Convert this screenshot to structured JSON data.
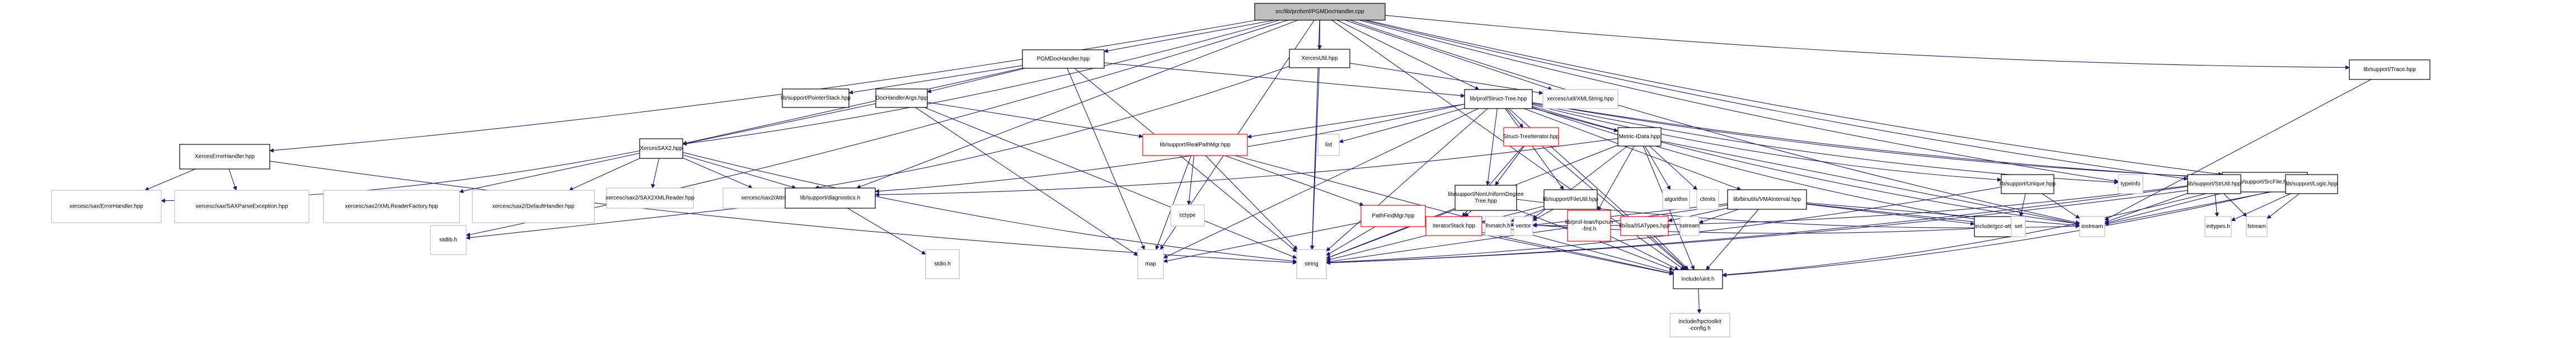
{
  "title": "src/lib/profxml/PGMDocHandler.cpp include dependency graph",
  "colors": {
    "edge": "#191970",
    "root_fill": "#bfbfbf",
    "root_stroke": "#000000",
    "documented_stroke": "#000000",
    "truncated_stroke": "#ff0000",
    "external_stroke": "#bfbfbf",
    "node_fill": "#ffffff"
  },
  "nodes": [
    {
      "id": "root",
      "label": "src/lib/profxml/PGMDocHandler.cpp",
      "kind": "root"
    },
    {
      "id": "pgmdochandler_hpp",
      "label": "PGMDocHandler.hpp",
      "kind": "documented"
    },
    {
      "id": "xercesutil",
      "label": "XercesUtil.hpp",
      "kind": "documented"
    },
    {
      "id": "trace",
      "label": "lib/support/Trace.hpp",
      "kind": "documented"
    },
    {
      "id": "pointerstack",
      "label": "lib/support/PointerStack.hpp",
      "kind": "documented"
    },
    {
      "id": "dochandlerargs",
      "label": "DocHandlerArgs.hpp",
      "kind": "documented"
    },
    {
      "id": "structtree",
      "label": "lib/prof/Struct-Tree.hpp",
      "kind": "documented"
    },
    {
      "id": "xmlstring",
      "label": "xercesc/util/XMLString.hpp",
      "kind": "external"
    },
    {
      "id": "xercesErrorHandler",
      "label": "XercesErrorHandler.hpp",
      "kind": "documented"
    },
    {
      "id": "xercessax2",
      "label": "XercesSAX2.hpp",
      "kind": "documented"
    },
    {
      "id": "realpathmgr",
      "label": "lib/support/RealPathMgr.hpp",
      "kind": "truncated"
    },
    {
      "id": "list",
      "label": "list",
      "kind": "external"
    },
    {
      "id": "structtreeiter",
      "label": "Struct-TreeIterator.hpp",
      "kind": "truncated"
    },
    {
      "id": "metricidata",
      "label": "Metric-IData.hpp",
      "kind": "documented"
    },
    {
      "id": "srcfile",
      "label": "lib/support/SrcFile.hpp",
      "kind": "documented"
    },
    {
      "id": "errorhandler",
      "label": "xercesc/sax/ErrorHandler.hpp",
      "kind": "external"
    },
    {
      "id": "saxparseexc",
      "label": "xercesc/sax/SAXParseException.hpp",
      "kind": "external"
    },
    {
      "id": "xmlreaderfactory",
      "label": "xercesc/sax2/XMLReaderFactory.hpp",
      "kind": "external"
    },
    {
      "id": "defaulthandler",
      "label": "xercesc/sax2/DefaultHandler.hpp",
      "kind": "external"
    },
    {
      "id": "sax2xmlreader",
      "label": "xercesc/sax2/SAX2XMLReader.hpp",
      "kind": "external"
    },
    {
      "id": "attributes",
      "label": "xercesc/sax2/Attributes.hpp",
      "kind": "external"
    },
    {
      "id": "diagnostics",
      "label": "lib/support/diagnostics.h",
      "kind": "documented"
    },
    {
      "id": "cctype",
      "label": "cctype",
      "kind": "external"
    },
    {
      "id": "nonuniform",
      "label": [
        "lib/support/NonUniformDegree",
        "Tree.hpp"
      ],
      "kind": "documented"
    },
    {
      "id": "fileutil",
      "label": "lib/support/FileUtil.hpp",
      "kind": "documented"
    },
    {
      "id": "algorithm",
      "label": "algorithm",
      "kind": "external"
    },
    {
      "id": "climits",
      "label": "climits",
      "kind": "external"
    },
    {
      "id": "vmainterval",
      "label": "lib/binutils/VMAInterval.hpp",
      "kind": "documented"
    },
    {
      "id": "unique",
      "label": "lib/support/Unique.hpp",
      "kind": "documented"
    },
    {
      "id": "typeinfo",
      "label": "typeinfo",
      "kind": "external"
    },
    {
      "id": "strutil",
      "label": "lib/support/StrUtil.hpp",
      "kind": "documented"
    },
    {
      "id": "logic",
      "label": "lib/support/Logic.hpp",
      "kind": "documented"
    },
    {
      "id": "stdlib",
      "label": "stdlib.h",
      "kind": "external"
    },
    {
      "id": "stdio",
      "label": "stdio.h",
      "kind": "external"
    },
    {
      "id": "map",
      "label": "map",
      "kind": "external"
    },
    {
      "id": "string",
      "label": "string",
      "kind": "external"
    },
    {
      "id": "pathfindmgr",
      "label": "PathFindMgr.hpp",
      "kind": "truncated"
    },
    {
      "id": "iteratorstack",
      "label": "IteratorStack.hpp",
      "kind": "truncated"
    },
    {
      "id": "fnmatch",
      "label": "fnmatch.h",
      "kind": "external"
    },
    {
      "id": "vector",
      "label": "vector",
      "kind": "external"
    },
    {
      "id": "hpcrunfmt",
      "label": [
        "lib/prof-lean/hpcrun",
        "-fmt.h"
      ],
      "kind": "truncated"
    },
    {
      "id": "isatypes",
      "label": "lib/isa/ISATypes.hpp",
      "kind": "truncated"
    },
    {
      "id": "sstream",
      "label": "sstream",
      "kind": "external"
    },
    {
      "id": "gccattr",
      "label": "include/gcc-attr.h",
      "kind": "documented"
    },
    {
      "id": "set",
      "label": "set",
      "kind": "external"
    },
    {
      "id": "iostream",
      "label": "iostream",
      "kind": "external"
    },
    {
      "id": "inttypes",
      "label": "inttypes.h",
      "kind": "external"
    },
    {
      "id": "fstream",
      "label": "fstream",
      "kind": "external"
    },
    {
      "id": "uint",
      "label": "include/uint.h",
      "kind": "documented"
    },
    {
      "id": "hpctoolkitconfig",
      "label": [
        "include/hpctoolkit",
        "-config.h"
      ],
      "kind": "external"
    }
  ],
  "edges": [
    [
      "root",
      "pgmdochandler_hpp"
    ],
    [
      "root",
      "xercesutil"
    ],
    [
      "root",
      "trace"
    ],
    [
      "root",
      "structtree"
    ],
    [
      "root",
      "xmlstring"
    ],
    [
      "root",
      "xercesErrorHandler"
    ],
    [
      "root",
      "xercessax2"
    ],
    [
      "root",
      "diagnostics"
    ],
    [
      "root",
      "string"
    ],
    [
      "root",
      "srcfile"
    ],
    [
      "root",
      "strutil"
    ],
    [
      "root",
      "iostream"
    ],
    [
      "root",
      "typeinfo"
    ],
    [
      "root",
      "uint"
    ],
    [
      "root",
      "stdlib"
    ],
    [
      "root",
      "map"
    ],
    [
      "pgmdochandler_hpp",
      "pointerstack"
    ],
    [
      "pgmdochandler_hpp",
      "dochandlerargs"
    ],
    [
      "pgmdochandler_hpp",
      "structtree"
    ],
    [
      "pgmdochandler_hpp",
      "xercessax2"
    ],
    [
      "pgmdochandler_hpp",
      "map"
    ],
    [
      "pgmdochandler_hpp",
      "string"
    ],
    [
      "xercesutil",
      "xmlstring"
    ],
    [
      "xercesutil",
      "attributes"
    ],
    [
      "xercesutil",
      "string"
    ],
    [
      "dochandlerargs",
      "xercessax2"
    ],
    [
      "dochandlerargs",
      "realpathmgr"
    ],
    [
      "dochandlerargs",
      "string"
    ],
    [
      "dochandlerargs",
      "map"
    ],
    [
      "xercesErrorHandler",
      "errorhandler"
    ],
    [
      "xercesErrorHandler",
      "saxparseexc"
    ],
    [
      "xercesErrorHandler",
      "string"
    ],
    [
      "xercessax2",
      "errorhandler"
    ],
    [
      "xercessax2",
      "xmlreaderfactory"
    ],
    [
      "xercessax2",
      "defaulthandler"
    ],
    [
      "xercessax2",
      "sax2xmlreader"
    ],
    [
      "xercessax2",
      "attributes"
    ],
    [
      "xercessax2",
      "diagnostics"
    ],
    [
      "xercessax2",
      "string"
    ],
    [
      "diagnostics",
      "stdio"
    ],
    [
      "diagnostics",
      "stdlib"
    ],
    [
      "structtree",
      "realpathmgr"
    ],
    [
      "structtree",
      "list"
    ],
    [
      "structtree",
      "structtreeiter"
    ],
    [
      "structtree",
      "metricidata"
    ],
    [
      "structtree",
      "nonuniform"
    ],
    [
      "structtree",
      "fileutil"
    ],
    [
      "structtree",
      "vmainterval"
    ],
    [
      "structtree",
      "unique"
    ],
    [
      "structtree",
      "srcfile"
    ],
    [
      "structtree",
      "logic"
    ],
    [
      "structtree",
      "typeinfo"
    ],
    [
      "structtree",
      "iostream"
    ],
    [
      "structtree",
      "map"
    ],
    [
      "structtree",
      "string"
    ],
    [
      "structtree",
      "set"
    ],
    [
      "structtree",
      "uint"
    ],
    [
      "structtree",
      "diagnostics"
    ],
    [
      "realpathmgr",
      "cctype"
    ],
    [
      "realpathmgr",
      "pathfindmgr"
    ],
    [
      "realpathmgr",
      "map"
    ],
    [
      "realpathmgr",
      "string"
    ],
    [
      "realpathmgr",
      "uint"
    ],
    [
      "structtreeiter",
      "nonuniform"
    ],
    [
      "structtreeiter",
      "iteratorstack"
    ],
    [
      "structtreeiter",
      "uint"
    ],
    [
      "metricidata",
      "algorithm"
    ],
    [
      "metricidata",
      "climits"
    ],
    [
      "metricidata",
      "string"
    ],
    [
      "metricidata",
      "vector"
    ],
    [
      "metricidata",
      "hpcrunfmt"
    ],
    [
      "metricidata",
      "uint"
    ],
    [
      "metricidata",
      "iostream"
    ],
    [
      "metricidata",
      "diagnostics"
    ],
    [
      "nonuniform",
      "iteratorstack"
    ],
    [
      "nonuniform",
      "string"
    ],
    [
      "nonuniform",
      "uint"
    ],
    [
      "nonuniform",
      "iostream"
    ],
    [
      "fileutil",
      "fnmatch"
    ],
    [
      "fileutil",
      "vector"
    ],
    [
      "fileutil",
      "string"
    ],
    [
      "vmainterval",
      "isatypes"
    ],
    [
      "vmainterval",
      "sstream"
    ],
    [
      "vmainterval",
      "gccattr"
    ],
    [
      "vmainterval",
      "set"
    ],
    [
      "vmainterval",
      "iostream"
    ],
    [
      "vmainterval",
      "string"
    ],
    [
      "vmainterval",
      "vector"
    ],
    [
      "vmainterval",
      "uint"
    ],
    [
      "unique",
      "set"
    ],
    [
      "unique",
      "iostream"
    ],
    [
      "unique",
      "string"
    ],
    [
      "srcfile",
      "iostream"
    ],
    [
      "srcfile",
      "string"
    ],
    [
      "srcfile",
      "uint"
    ],
    [
      "strutil",
      "inttypes"
    ],
    [
      "strutil",
      "fstream"
    ],
    [
      "strutil",
      "iostream"
    ],
    [
      "strutil",
      "string"
    ],
    [
      "strutil",
      "vector"
    ],
    [
      "logic",
      "inttypes"
    ],
    [
      "logic",
      "fstream"
    ],
    [
      "logic",
      "iostream"
    ],
    [
      "logic",
      "uint"
    ],
    [
      "trace",
      "iostream"
    ],
    [
      "pathfindmgr",
      "map"
    ],
    [
      "pathfindmgr",
      "string"
    ],
    [
      "pathfindmgr",
      "set"
    ],
    [
      "pathfindmgr",
      "vector"
    ],
    [
      "pathfindmgr",
      "uint"
    ],
    [
      "iteratorstack",
      "uint"
    ],
    [
      "hpcrunfmt",
      "uint"
    ],
    [
      "isatypes",
      "uint"
    ],
    [
      "uint",
      "hpctoolkitconfig"
    ]
  ]
}
